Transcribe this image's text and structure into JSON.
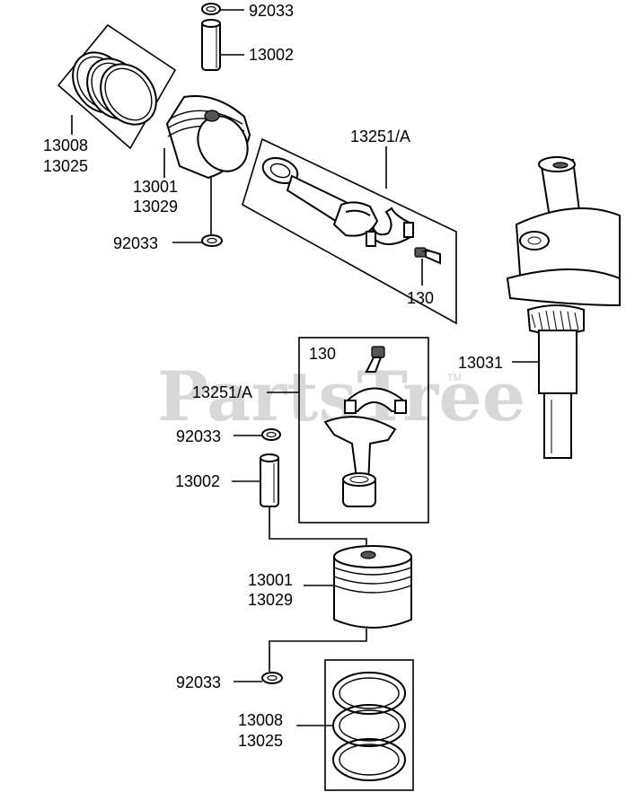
{
  "watermark": {
    "text": "PartsTree",
    "tm": "TM"
  },
  "labels": {
    "snap_ring_top": "92033",
    "pin_top": "13002",
    "rings_top_a": "13008",
    "rings_top_b": "13025",
    "piston_top_a": "13001",
    "piston_top_b": "13029",
    "snap_ring_mid_top": "92033",
    "conrod_top": "13251/A",
    "bolt_top": "130",
    "crankshaft": "13031",
    "bolt_bottom": "130",
    "conrod_bottom": "13251/A",
    "snap_ring_bottom_a": "92033",
    "pin_bottom": "13002",
    "piston_bottom_a": "13001",
    "piston_bottom_b": "13029",
    "snap_ring_bottom_b": "92033",
    "rings_bottom_a": "13008",
    "rings_bottom_b": "13025"
  }
}
